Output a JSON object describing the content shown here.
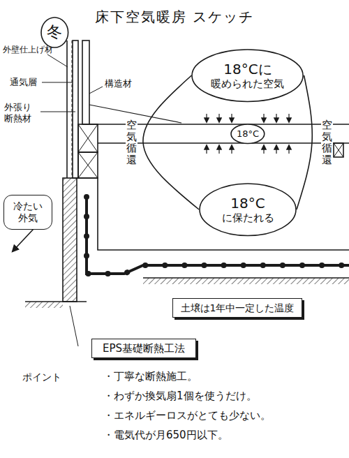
{
  "diagram": {
    "title": "床下空気暖房 スケッチ",
    "nodes": [
      {
        "text": [
          "冬"
        ]
      },
      {
        "text": [
          "18°Cに",
          "暖められた空気"
        ]
      },
      {
        "text": [
          "18°C"
        ]
      },
      {
        "text": [
          "18°C",
          "に保たれる"
        ]
      },
      {
        "text": [
          "冷たい 外気"
        ]
      },
      {
        "text": [
          "土壌は1年中一定した温度"
        ]
      },
      {
        "text": [
          "EPS基礎断熱工法"
        ]
      }
    ],
    "edges": [
      {
        "from": 1,
        "to": 3,
        "arrow": "none",
        "label": "空気循還"
      },
      {
        "from": 1,
        "to": 3,
        "arrow": "none",
        "label": "空気循還"
      }
    ],
    "labels": [
      "外壁仕上げ材",
      "構造材",
      "通気層",
      "外張り 断熱材",
      "ポイント",
      "・丁寧な断熱施工。",
      "・わずか換気扇1個を使うだけ。",
      "・エネルギーロスがとても少ない。",
      "・電気代が月650円以下。"
    ]
  }
}
